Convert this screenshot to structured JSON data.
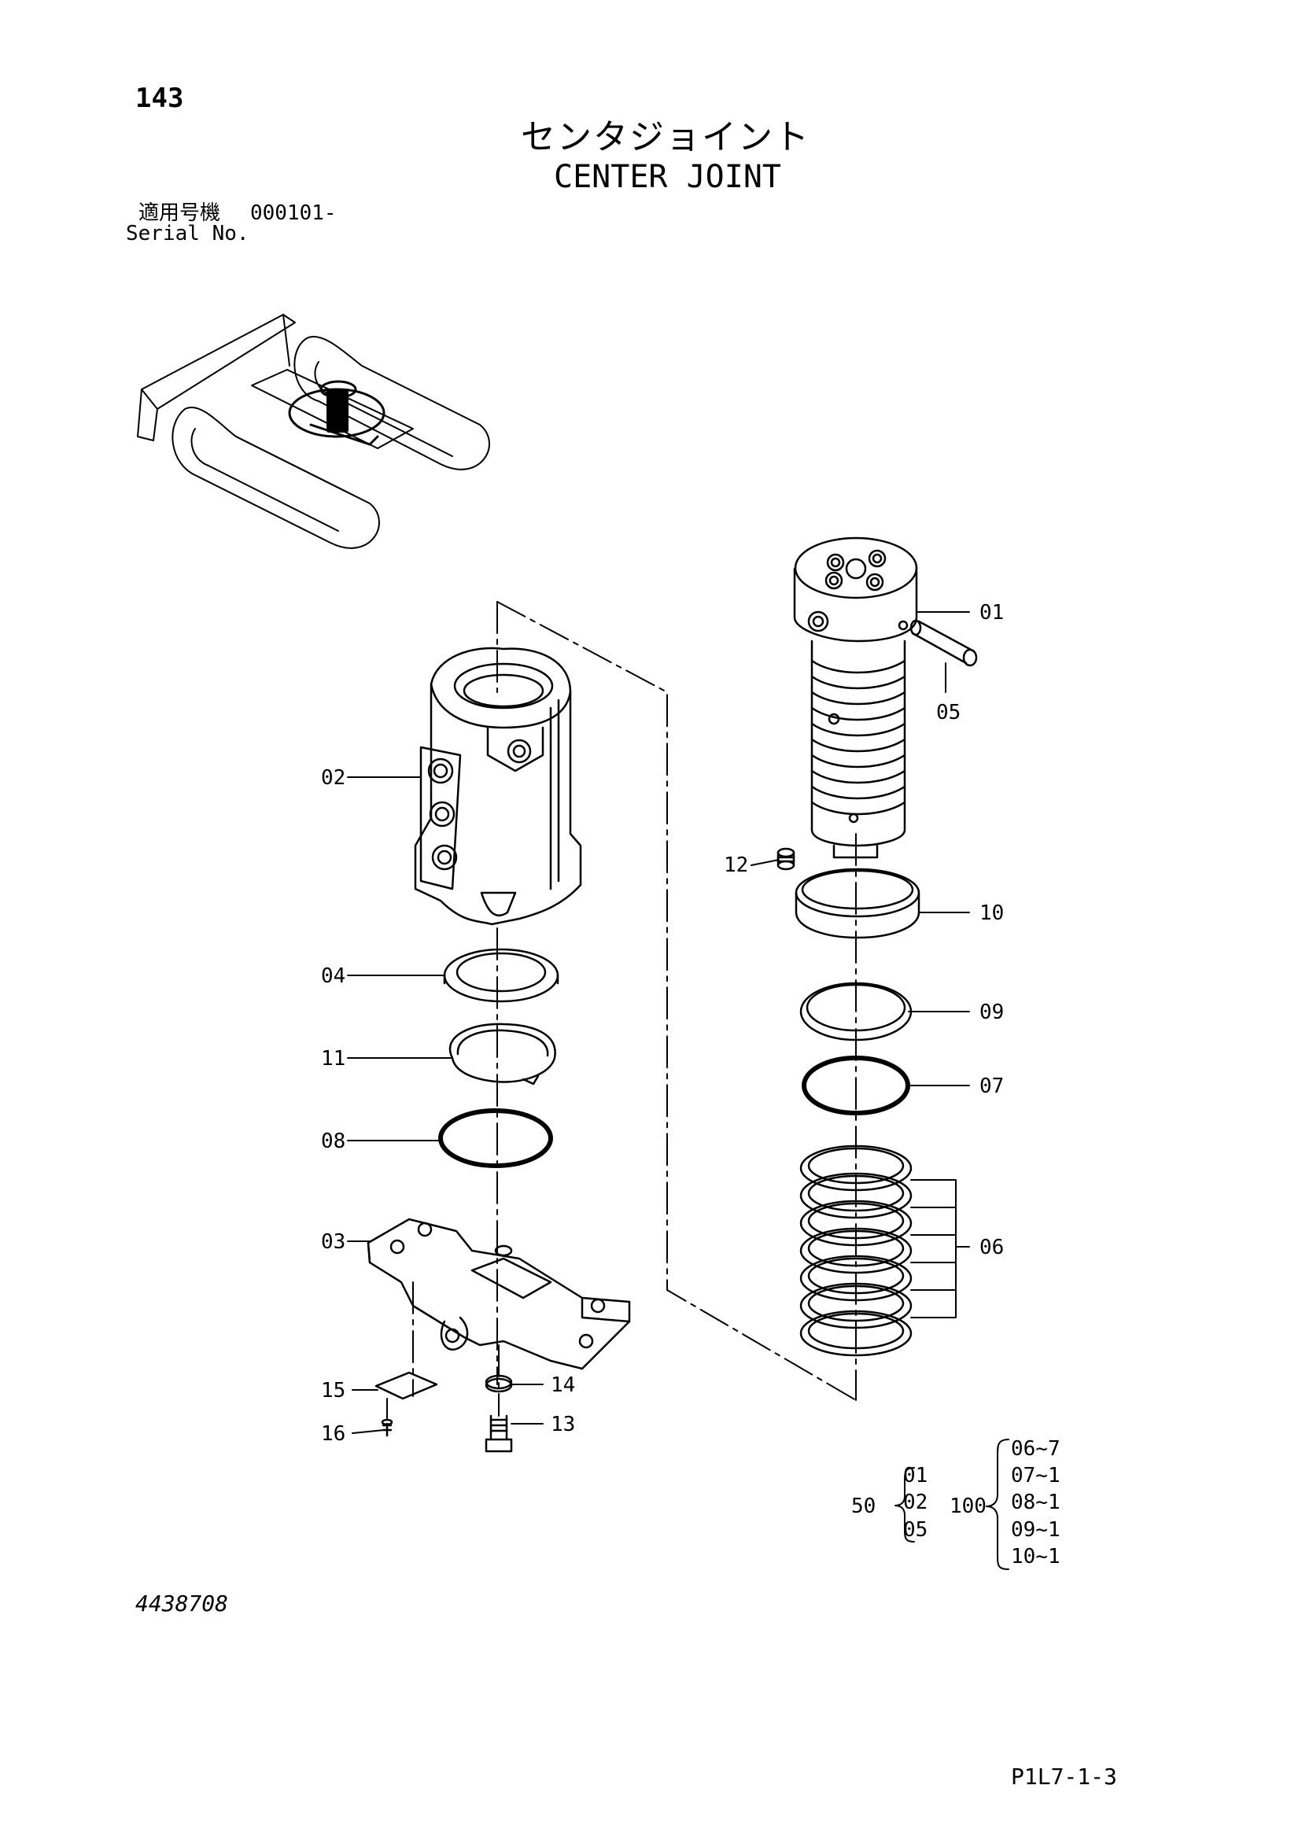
{
  "page_number": "143",
  "title_jp": "センタジョイント",
  "title_en": "CENTER JOINT",
  "serial": {
    "label_jp": "適用号機",
    "value": "000101-",
    "label_en": "Serial No."
  },
  "callouts": [
    "01",
    "02",
    "03",
    "04",
    "05",
    "06",
    "07",
    "08",
    "09",
    "10",
    "11",
    "12",
    "13",
    "14",
    "15",
    "16"
  ],
  "kits": {
    "kit50": {
      "number": "50",
      "items": [
        "01",
        "02",
        "05"
      ]
    },
    "kit100": {
      "number": "100",
      "items": [
        "06~7",
        "07~1",
        "08~1",
        "09~1",
        "10~1"
      ]
    }
  },
  "drawing_number": "4438708",
  "sheet_ref": "P1L7-1-3",
  "colors": {
    "line": "#000000",
    "background": "#ffffff"
  }
}
